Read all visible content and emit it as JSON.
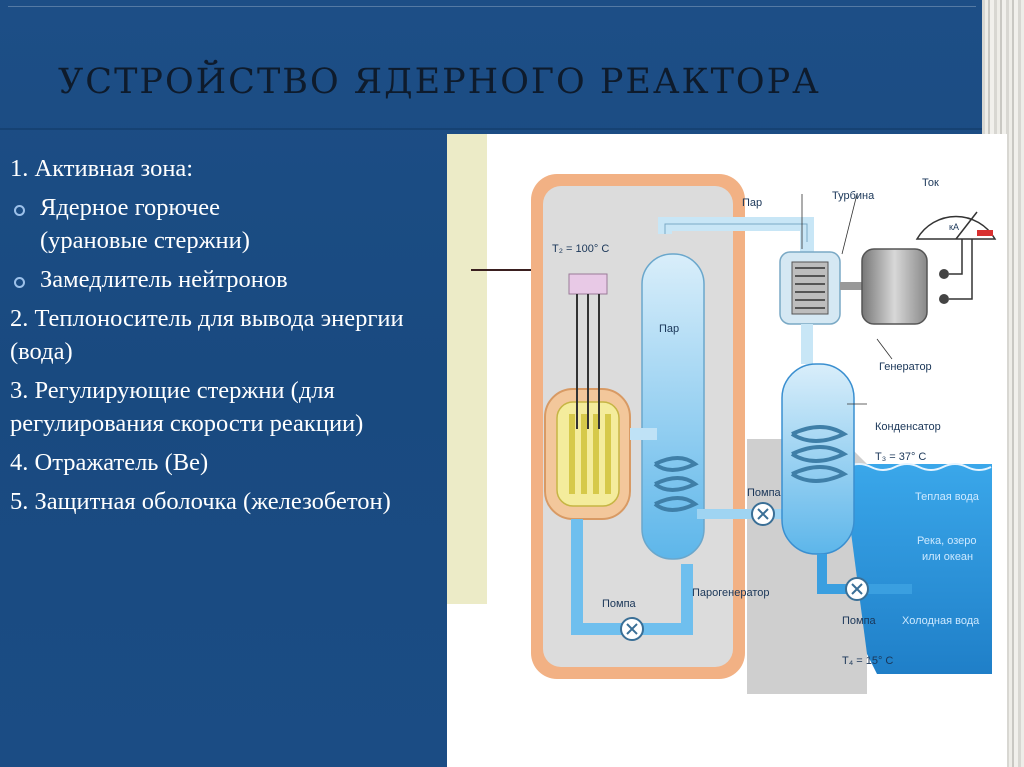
{
  "title": "Устройство ядерного реактора",
  "items": [
    {
      "text": "1. Активная зона:",
      "style": "plain"
    },
    {
      "text": "Ядерное горючее",
      "style": "bullet"
    },
    {
      "text": "(урановые стержни)",
      "style": "indent"
    },
    {
      "text": "Замедлитель нейтронов",
      "style": "bullet"
    },
    {
      "text": "2. Теплоноситель для вывода энергии (вода)",
      "style": "plain"
    },
    {
      "text": "3. Регулирующие стержни (для регулирования скорости реакции)",
      "style": "plain"
    },
    {
      "text": "4. Отражатель (Ве)",
      "style": "plain"
    },
    {
      "text": "5. Защитная оболочка (железобетон)",
      "style": "plain"
    }
  ],
  "diagram": {
    "labels": {
      "steam_top": "Пар",
      "turbine": "Турбина",
      "current": "Ток",
      "meter_unit": "кА",
      "t2": "T₂ = 100° С",
      "steam_inner": "Пар",
      "generator": "Генератор",
      "condenser": "Конденсатор",
      "t3": "T₃ = 37° С",
      "pump_right": "Помпа",
      "warm_water": "Теплая вода",
      "river": "Река, озеро",
      "or_ocean": "или океан",
      "pump_bottom": "Помпа",
      "steam_generator": "Парогенератор",
      "pump_lower_right": "Помпа",
      "cold_water": "Холодная вода",
      "t4": "T₄ = 15° С"
    }
  },
  "colors": {
    "slide_bg": "#1b4c84",
    "title": "#0e1b2c",
    "text": "#ffffff",
    "water": "#3a9fe0",
    "containment": "#f2b184"
  }
}
